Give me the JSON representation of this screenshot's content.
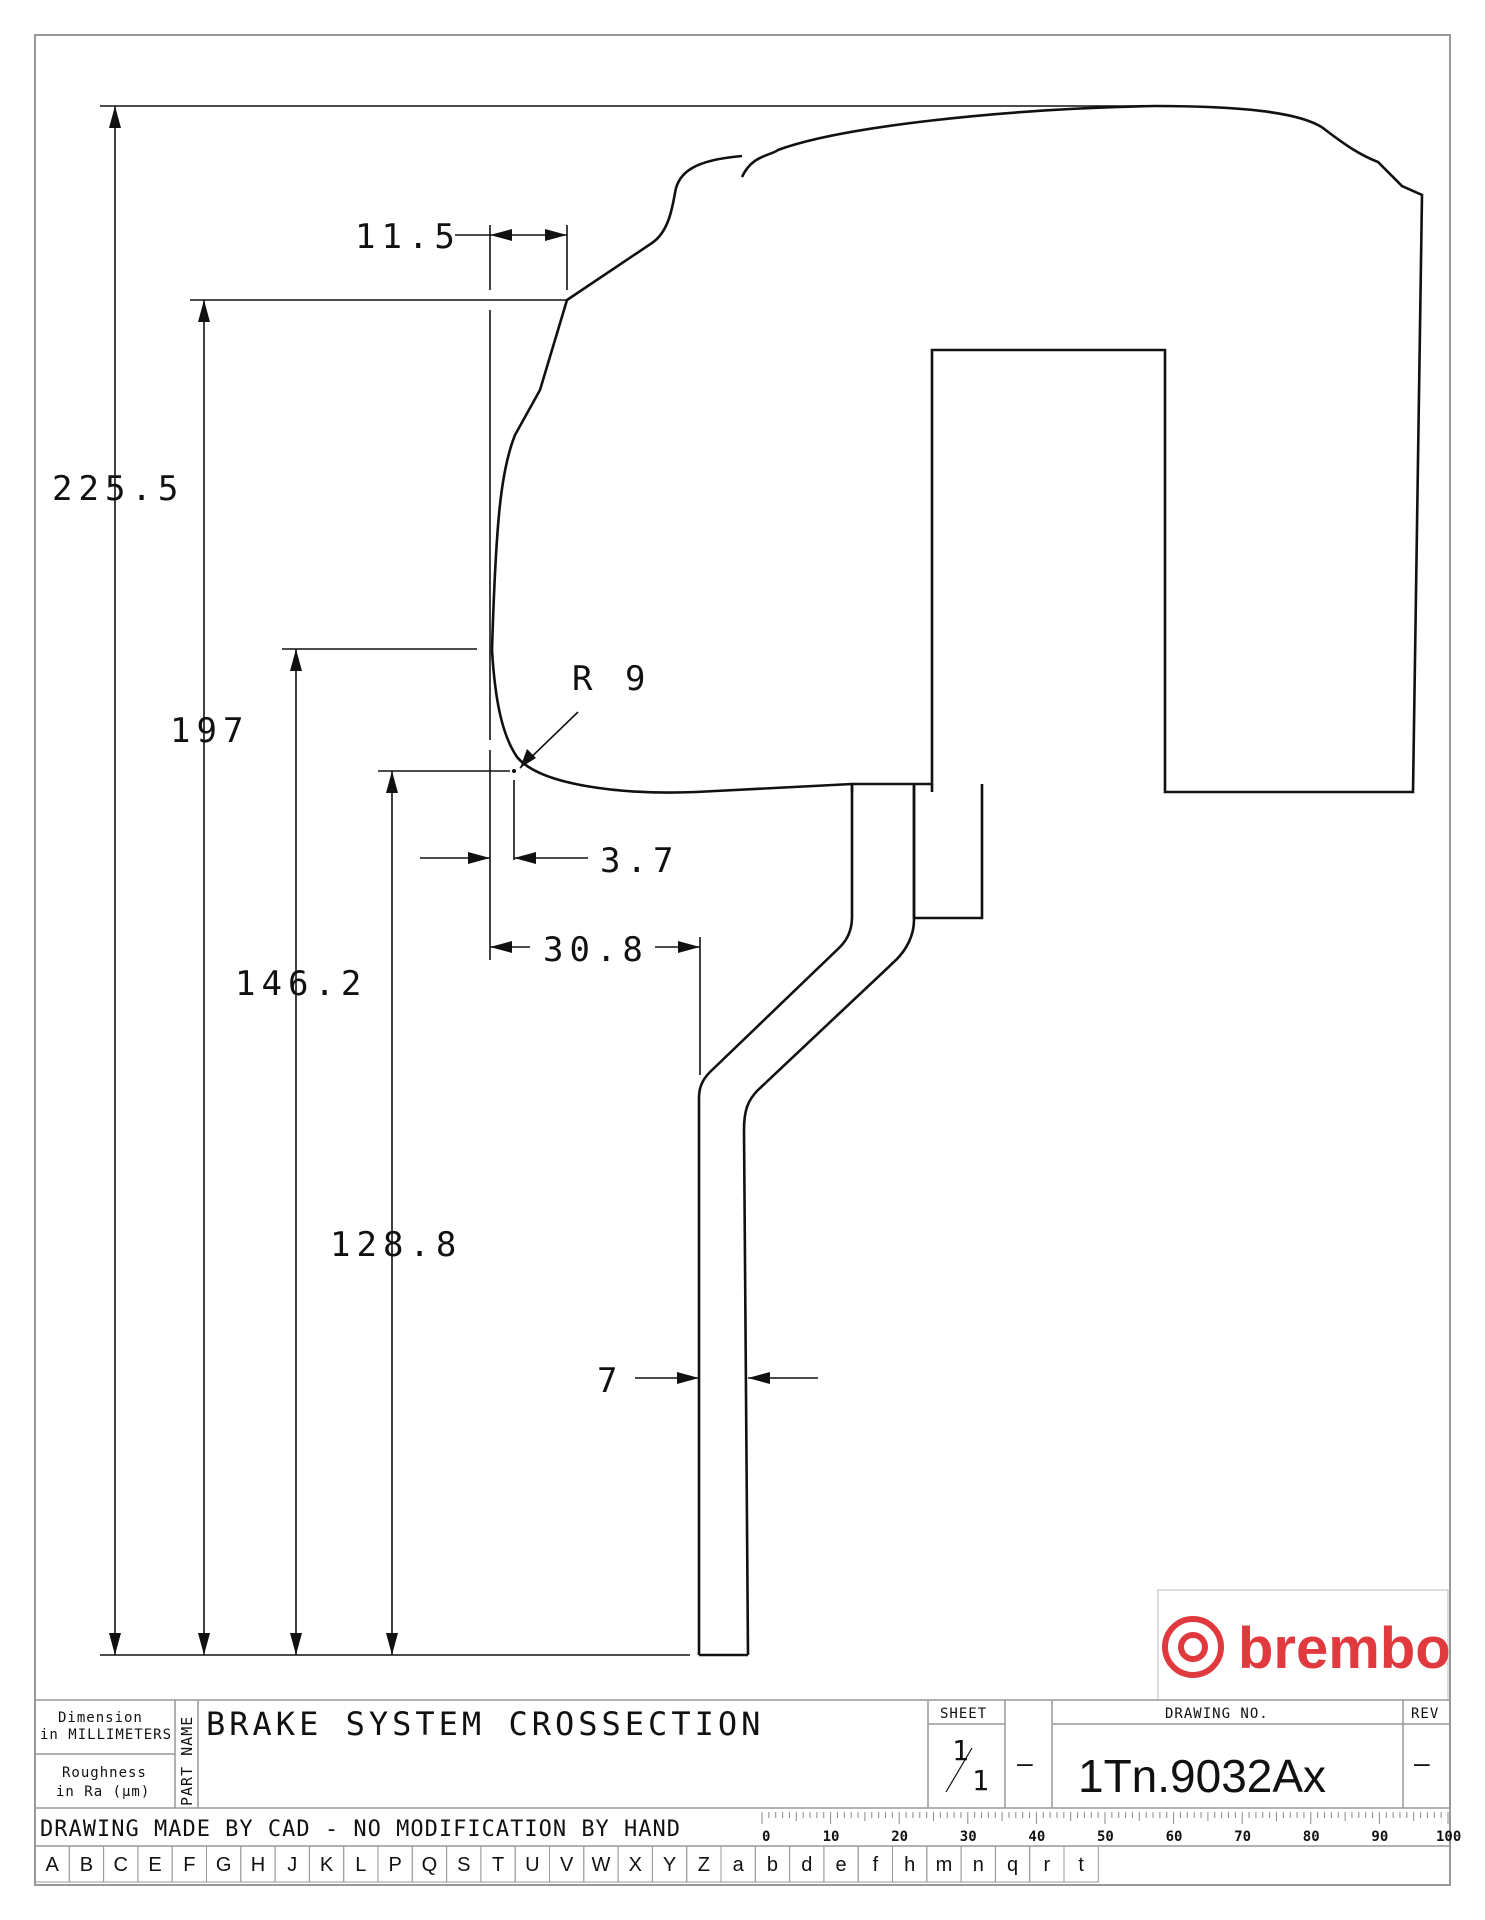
{
  "dimensions": {
    "d_11_5": "11.5",
    "d_225_5": "225.5",
    "d_197": "197",
    "d_r9": "R 9",
    "d_146_2": "146.2",
    "d_3_7": "3.7",
    "d_30_8": "30.8",
    "d_128_8": "128.8",
    "d_7": "7"
  },
  "logo": {
    "text": "brembo",
    "color": "#e03a3e"
  },
  "title_block": {
    "dimension_label_1": "Dimension",
    "dimension_label_2": "in MILLIMETERS",
    "roughness_label_1": "Roughness",
    "roughness_label_2": "in Ra (µm)",
    "part_name_label": "PART NAME",
    "part_name": "BRAKE SYSTEM CROSSECTION",
    "sheet_label": "SHEET",
    "sheet_num": "1",
    "sheet_total": "1",
    "sheet_dash": "—",
    "drawing_no_label": "DRAWING NO.",
    "drawing_no": "1Tn.9032Ax",
    "rev_label": "REV",
    "rev_value": "—",
    "cad_note": "DRAWING MADE BY CAD - NO MODIFICATION BY HAND"
  },
  "scale_labels": [
    "0",
    "10",
    "20",
    "30",
    "40",
    "50",
    "60",
    "70",
    "80",
    "90",
    "100"
  ],
  "grid_letters": [
    "A",
    "B",
    "C",
    "E",
    "F",
    "G",
    "H",
    "J",
    "K",
    "L",
    "P",
    "Q",
    "S",
    "T",
    "U",
    "V",
    "W",
    "X",
    "Y",
    "Z",
    "a",
    "b",
    "d",
    "e",
    "f",
    "h",
    "m",
    "n",
    "q",
    "r",
    "t"
  ]
}
